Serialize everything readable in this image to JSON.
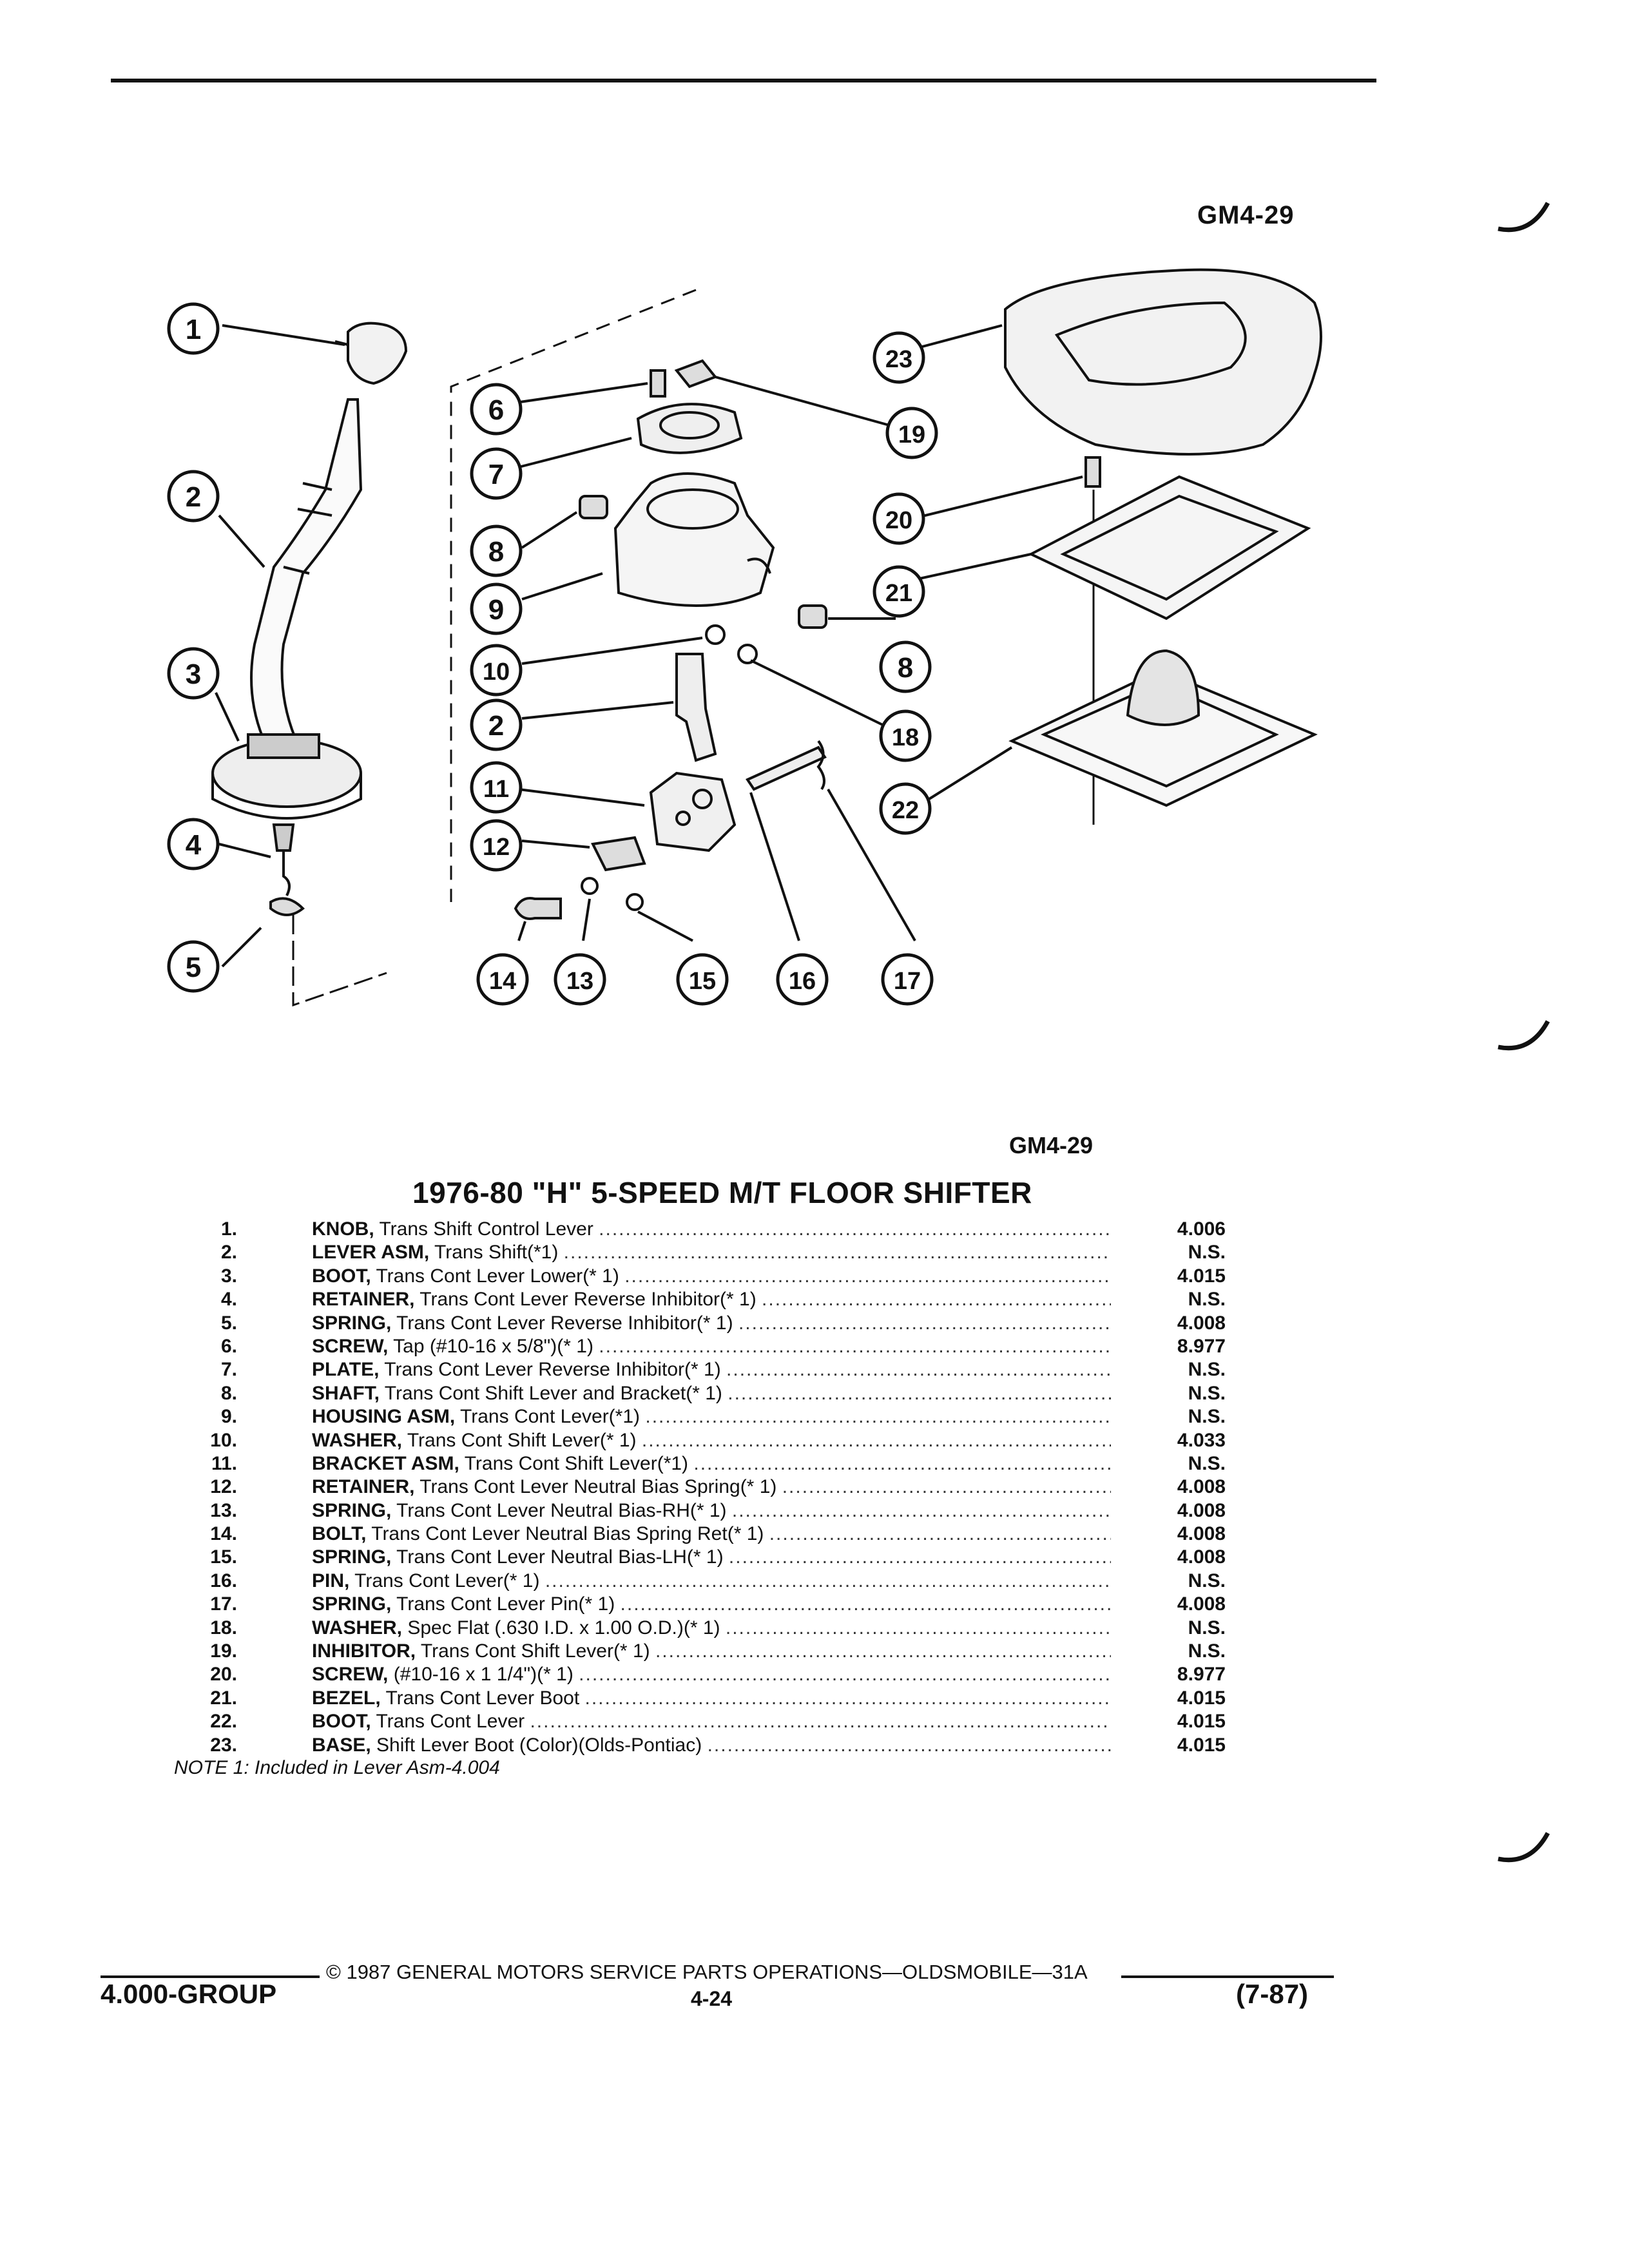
{
  "figure_code": "GM4-29",
  "callouts": [
    "1",
    "2",
    "3",
    "4",
    "5",
    "6",
    "7",
    "8",
    "9",
    "10",
    "2",
    "11",
    "12",
    "14",
    "13",
    "15",
    "16",
    "17",
    "23",
    "19",
    "20",
    "8",
    "21",
    "18",
    "22"
  ],
  "title": "1976-80 \"H\" 5-SPEED M/T FLOOR SHIFTER",
  "parts": [
    {
      "num": "1.",
      "name": "KNOB,",
      "desc": "Trans Shift Control Lever",
      "code": "4.006"
    },
    {
      "num": "2.",
      "name": "LEVER ASM,",
      "desc": "Trans Shift(*1)",
      "code": "N.S."
    },
    {
      "num": "3.",
      "name": "BOOT,",
      "desc": "Trans Cont Lever Lower(* 1)",
      "code": "4.015"
    },
    {
      "num": "4.",
      "name": "RETAINER,",
      "desc": "Trans Cont Lever Reverse Inhibitor(* 1)",
      "code": "N.S."
    },
    {
      "num": "5.",
      "name": "SPRING,",
      "desc": "Trans Cont Lever Reverse Inhibitor(* 1)",
      "code": "4.008"
    },
    {
      "num": "6.",
      "name": "SCREW,",
      "desc": "Tap (#10-16 x 5/8\")(* 1)",
      "code": "8.977"
    },
    {
      "num": "7.",
      "name": "PLATE,",
      "desc": "Trans Cont Lever Reverse Inhibitor(* 1)",
      "code": "N.S."
    },
    {
      "num": "8.",
      "name": "SHAFT,",
      "desc": "Trans Cont Shift Lever and Bracket(* 1)",
      "code": "N.S."
    },
    {
      "num": "9.",
      "name": "HOUSING ASM,",
      "desc": "Trans Cont Lever(*1)",
      "code": "N.S."
    },
    {
      "num": "10.",
      "name": "WASHER,",
      "desc": "Trans Cont Shift Lever(* 1)",
      "code": "4.033"
    },
    {
      "num": "11.",
      "name": "BRACKET ASM,",
      "desc": "Trans Cont Shift Lever(*1)",
      "code": "N.S."
    },
    {
      "num": "12.",
      "name": "RETAINER,",
      "desc": "Trans Cont Lever Neutral Bias Spring(* 1)",
      "code": "4.008"
    },
    {
      "num": "13.",
      "name": "SPRING,",
      "desc": "Trans Cont Lever Neutral Bias-RH(* 1)",
      "code": "4.008"
    },
    {
      "num": "14.",
      "name": "BOLT,",
      "desc": "Trans Cont Lever Neutral Bias Spring Ret(* 1)",
      "code": "4.008"
    },
    {
      "num": "15.",
      "name": "SPRING,",
      "desc": "Trans Cont Lever Neutral Bias-LH(* 1)",
      "code": "4.008"
    },
    {
      "num": "16.",
      "name": "PIN,",
      "desc": "Trans Cont Lever(* 1)",
      "code": "N.S."
    },
    {
      "num": "17.",
      "name": "SPRING,",
      "desc": "Trans Cont Lever Pin(* 1)",
      "code": "4.008"
    },
    {
      "num": "18.",
      "name": "WASHER,",
      "desc": "Spec Flat (.630 I.D. x 1.00 O.D.)(* 1)",
      "code": "N.S."
    },
    {
      "num": "19.",
      "name": "INHIBITOR,",
      "desc": "Trans Cont Shift Lever(* 1)",
      "code": "N.S."
    },
    {
      "num": "20.",
      "name": "SCREW,",
      "desc": "(#10-16 x 1 1/4\")(* 1)",
      "code": "8.977"
    },
    {
      "num": "21.",
      "name": "BEZEL,",
      "desc": "Trans Cont Lever Boot",
      "code": "4.015"
    },
    {
      "num": "22.",
      "name": "BOOT,",
      "desc": "Trans Cont Lever",
      "code": "4.015"
    },
    {
      "num": "23.",
      "name": "BASE,",
      "desc": "Shift Lever Boot (Color)(Olds-Pontiac)",
      "code": "4.015"
    }
  ],
  "note": "NOTE 1: Included in Lever Asm-4.004",
  "footer": {
    "copyright": "© 1987 GENERAL MOTORS SERVICE PARTS OPERATIONS—OLDSMOBILE—31A",
    "group": "4.000-GROUP",
    "page": "4-24",
    "date": "(7-87)"
  }
}
